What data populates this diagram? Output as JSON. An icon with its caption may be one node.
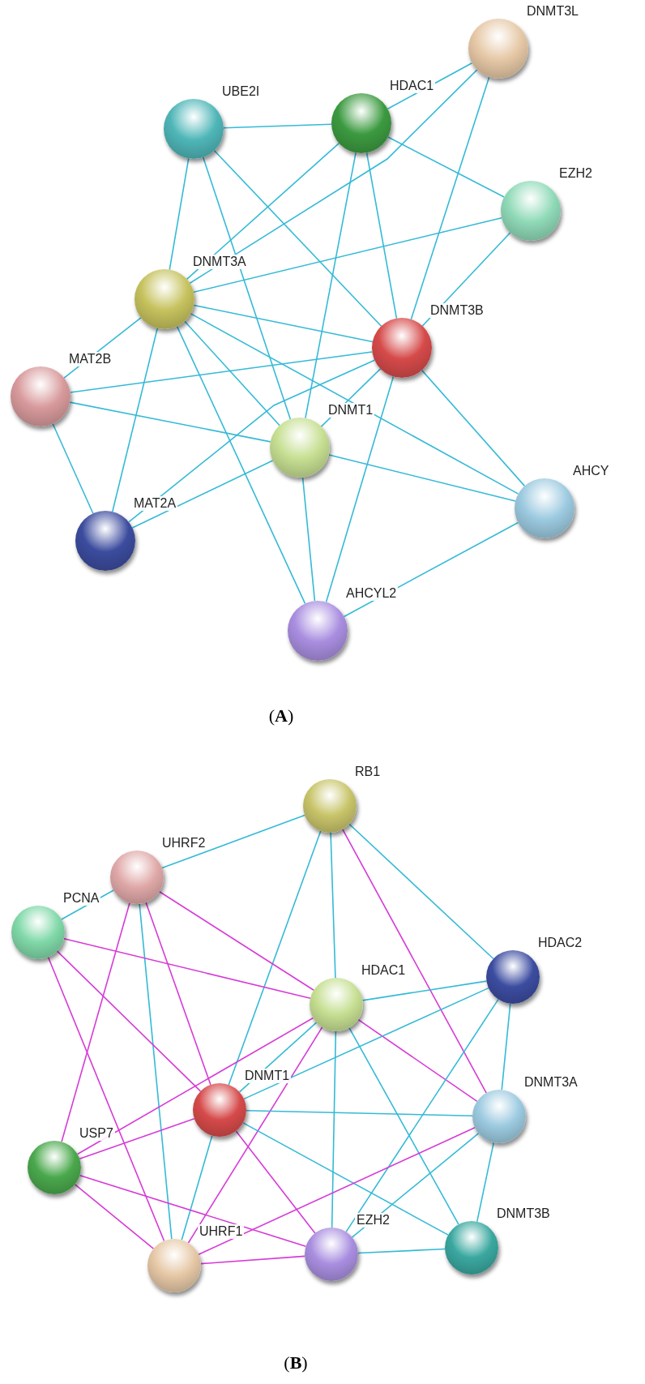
{
  "diagram": {
    "nodes": [
      {
        "text": [
          "DNMT3L"
        ]
      },
      {
        "text": [
          "UBE2I"
        ]
      },
      {
        "text": [
          "HDAC1"
        ]
      },
      {
        "text": [
          "EZH2"
        ]
      },
      {
        "text": [
          "DNMT3A"
        ]
      },
      {
        "text": [
          "DNMT3B"
        ]
      },
      {
        "text": [
          "MAT2B"
        ]
      },
      {
        "text": [
          "DNMT1"
        ]
      },
      {
        "text": [
          "MAT2A"
        ]
      },
      {
        "text": [
          "AHCY"
        ]
      },
      {
        "text": [
          "AHCYL2"
        ]
      },
      {
        "text": [
          "RB1"
        ]
      },
      {
        "text": [
          "UHRF2"
        ]
      },
      {
        "text": [
          "PCNA"
        ]
      },
      {
        "text": [
          "HDAC2"
        ]
      },
      {
        "text": [
          "HDAC1"
        ]
      },
      {
        "text": [
          "DNMT1"
        ]
      },
      {
        "text": [
          "DNMT3A"
        ]
      },
      {
        "text": [
          "USP7"
        ]
      },
      {
        "text": [
          "UHRF1"
        ]
      },
      {
        "text": [
          "EZH2"
        ]
      },
      {
        "text": [
          "DNMT3B"
        ]
      }
    ],
    "edges": [
      {
        "from": 1,
        "to": 2,
        "arrow": "none"
      },
      {
        "from": 1,
        "to": 4,
        "arrow": "none"
      },
      {
        "from": 1,
        "to": 7,
        "arrow": "none"
      },
      {
        "from": 1,
        "to": 5,
        "arrow": "none"
      },
      {
        "from": 2,
        "to": 0,
        "arrow": "none"
      },
      {
        "from": 2,
        "to": 3,
        "arrow": "none"
      },
      {
        "from": 2,
        "to": 4,
        "arrow": "none"
      },
      {
        "from": 2,
        "to": 5,
        "arrow": "none"
      },
      {
        "from": 2,
        "to": 7,
        "arrow": "none"
      },
      {
        "from": 0,
        "to": 4,
        "arrow": "none"
      },
      {
        "from": 0,
        "to": 5,
        "arrow": "none"
      },
      {
        "from": 3,
        "to": 4,
        "arrow": "none"
      },
      {
        "from": 3,
        "to": 5,
        "arrow": "none"
      },
      {
        "from": 4,
        "to": 5,
        "arrow": "none"
      },
      {
        "from": 4,
        "to": 7,
        "arrow": "none"
      },
      {
        "from": 4,
        "to": 6,
        "arrow": "none"
      },
      {
        "from": 4,
        "to": 8,
        "arrow": "none"
      },
      {
        "from": 4,
        "to": 10,
        "arrow": "none"
      },
      {
        "from": 4,
        "to": 9,
        "arrow": "none"
      },
      {
        "from": 5,
        "to": 6,
        "arrow": "none"
      },
      {
        "from": 5,
        "to": 7,
        "arrow": "none"
      },
      {
        "from": 5,
        "to": 8,
        "arrow": "none"
      },
      {
        "from": 5,
        "to": 9,
        "arrow": "none"
      },
      {
        "from": 5,
        "to": 10,
        "arrow": "none"
      },
      {
        "from": 6,
        "to": 7,
        "arrow": "none"
      },
      {
        "from": 6,
        "to": 8,
        "arrow": "none"
      },
      {
        "from": 7,
        "to": 8,
        "arrow": "none"
      },
      {
        "from": 7,
        "to": 9,
        "arrow": "none"
      },
      {
        "from": 7,
        "to": 10,
        "arrow": "none"
      },
      {
        "from": 9,
        "to": 10,
        "arrow": "none"
      },
      {
        "from": 11,
        "to": 12,
        "arrow": "none"
      },
      {
        "from": 11,
        "to": 15,
        "arrow": "none"
      },
      {
        "from": 11,
        "to": 14,
        "arrow": "none"
      },
      {
        "from": 11,
        "to": 16,
        "arrow": "none"
      },
      {
        "from": 11,
        "to": 17,
        "arrow": "none",
        "color": "#d63bd6"
      },
      {
        "from": 12,
        "to": 13,
        "arrow": "none"
      },
      {
        "from": 12,
        "to": 15,
        "arrow": "none",
        "color": "#d63bd6"
      },
      {
        "from": 12,
        "to": 16,
        "arrow": "none",
        "color": "#d63bd6"
      },
      {
        "from": 12,
        "to": 19,
        "arrow": "none"
      },
      {
        "from": 12,
        "to": 18,
        "arrow": "none",
        "color": "#d63bd6"
      },
      {
        "from": 13,
        "to": 15,
        "arrow": "none",
        "color": "#d63bd6"
      },
      {
        "from": 13,
        "to": 16,
        "arrow": "none",
        "color": "#d63bd6"
      },
      {
        "from": 13,
        "to": 19,
        "arrow": "none",
        "color": "#d63bd6"
      },
      {
        "from": 15,
        "to": 14,
        "arrow": "none"
      },
      {
        "from": 15,
        "to": 16,
        "arrow": "none"
      },
      {
        "from": 15,
        "to": 20,
        "arrow": "none"
      },
      {
        "from": 15,
        "to": 21,
        "arrow": "none"
      },
      {
        "from": 15,
        "to": 17,
        "arrow": "none",
        "color": "#d63bd6"
      },
      {
        "from": 15,
        "to": 19,
        "arrow": "none",
        "color": "#d63bd6"
      },
      {
        "from": 15,
        "to": 18,
        "arrow": "none",
        "color": "#d63bd6"
      },
      {
        "from": 14,
        "to": 16,
        "arrow": "none"
      },
      {
        "from": 14,
        "to": 17,
        "arrow": "none"
      },
      {
        "from": 14,
        "to": 20,
        "arrow": "none"
      },
      {
        "from": 16,
        "to": 17,
        "arrow": "none"
      },
      {
        "from": 16,
        "to": 21,
        "arrow": "none"
      },
      {
        "from": 16,
        "to": 20,
        "arrow": "none",
        "color": "#d63bd6"
      },
      {
        "from": 16,
        "to": 19,
        "arrow": "none"
      },
      {
        "from": 16,
        "to": 18,
        "arrow": "none",
        "color": "#d63bd6"
      },
      {
        "from": 17,
        "to": 21,
        "arrow": "none"
      },
      {
        "from": 17,
        "to": 20,
        "arrow": "none"
      },
      {
        "from": 17,
        "to": 19,
        "arrow": "none",
        "color": "#d63bd6"
      },
      {
        "from": 18,
        "to": 19,
        "arrow": "none",
        "color": "#d63bd6"
      },
      {
        "from": 18,
        "to": 20,
        "arrow": "none",
        "color": "#d63bd6"
      },
      {
        "from": 19,
        "to": 20,
        "arrow": "none",
        "color": "#d63bd6"
      },
      {
        "from": 20,
        "to": 21,
        "arrow": "none"
      }
    ],
    "labels": [
      "(**A**)",
      "(**B**)"
    ]
  }
}
